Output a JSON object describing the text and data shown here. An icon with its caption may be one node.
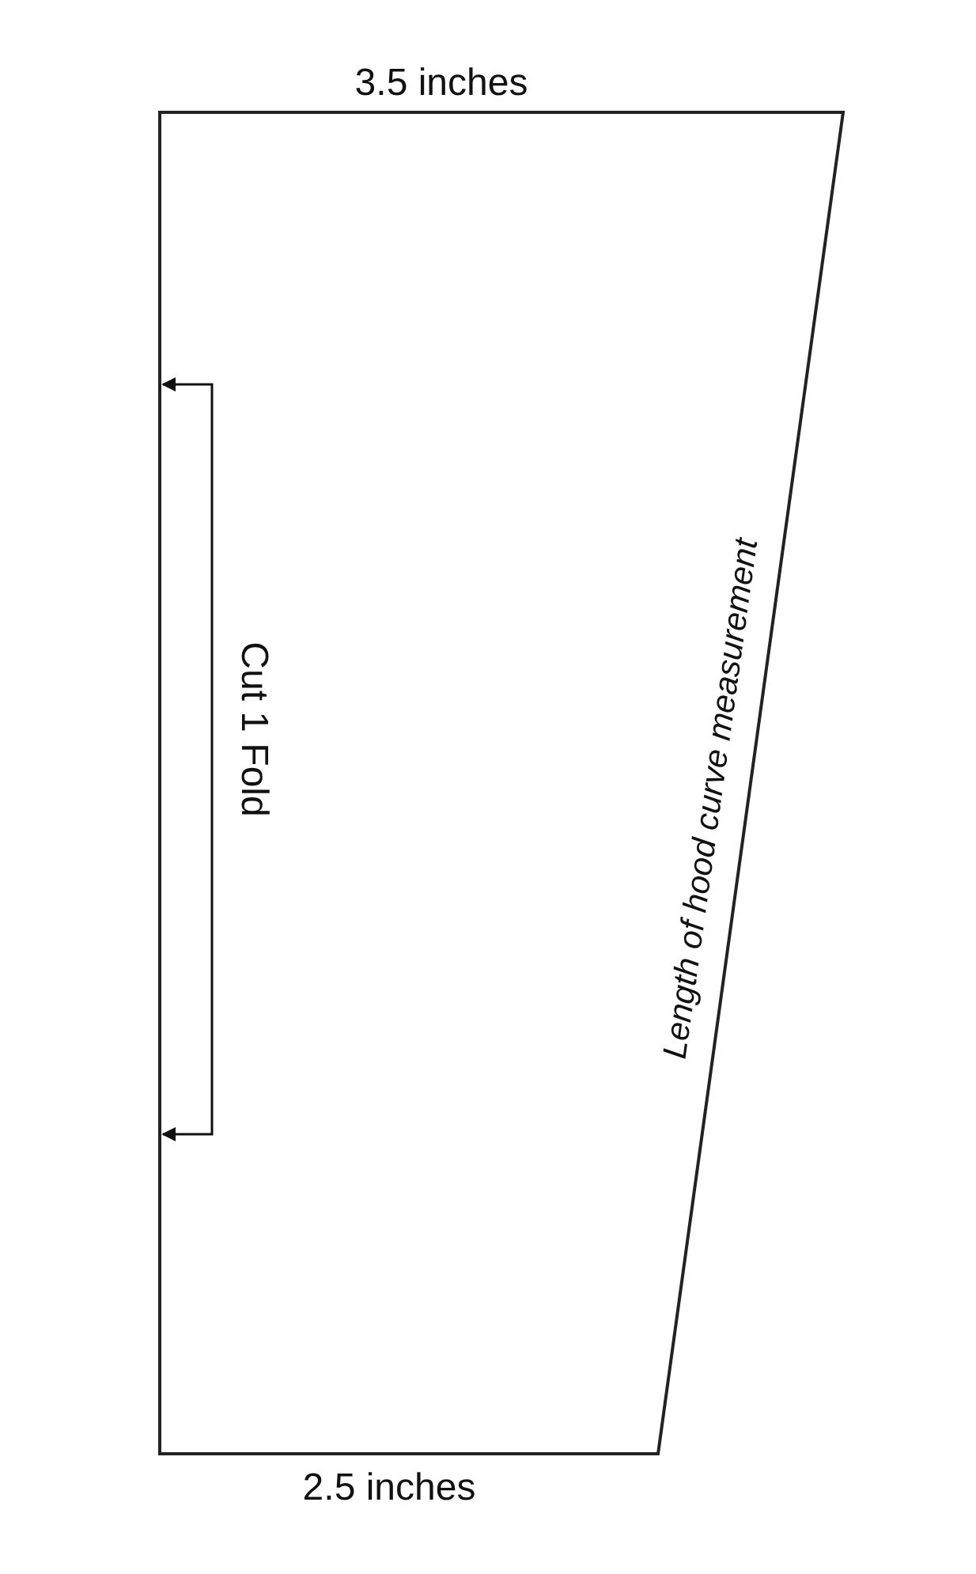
{
  "diagram": {
    "nodes": [
      {
        "text": [
          "Cut 1 Fold",
          "Length of hood curve measurement"
        ]
      }
    ],
    "labels": [
      "3.5 inches",
      "2.5 inches"
    ]
  }
}
